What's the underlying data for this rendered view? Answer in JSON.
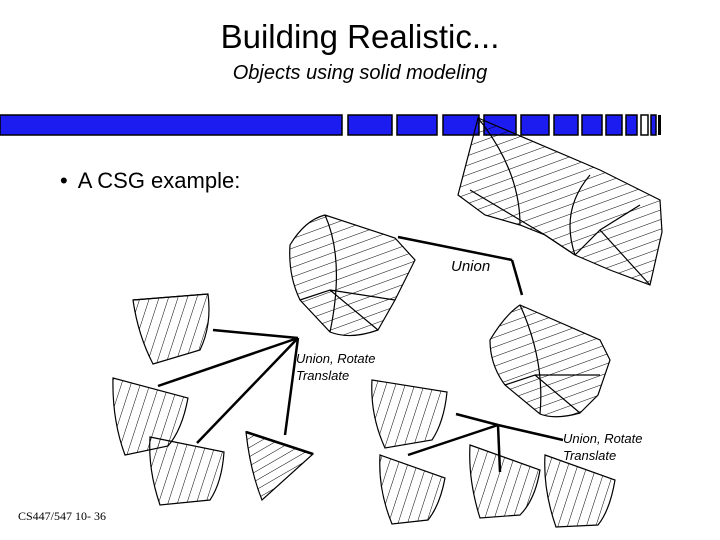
{
  "slide": {
    "title": "Building Realistic...",
    "subtitle": "Objects using solid modeling",
    "bullet": "A CSG example:",
    "bullet_marker": "•",
    "footer": "CS447/547 10- 36"
  },
  "labels": {
    "union": "Union",
    "union_rotate_1": "Union, Rotate",
    "translate_1": "Translate",
    "union_rotate_2": "Union, Rotate",
    "translate_2": "Translate"
  },
  "colors": {
    "accent_blue": "#1c1cf0",
    "ink": "#000000",
    "background": "#ffffff"
  }
}
